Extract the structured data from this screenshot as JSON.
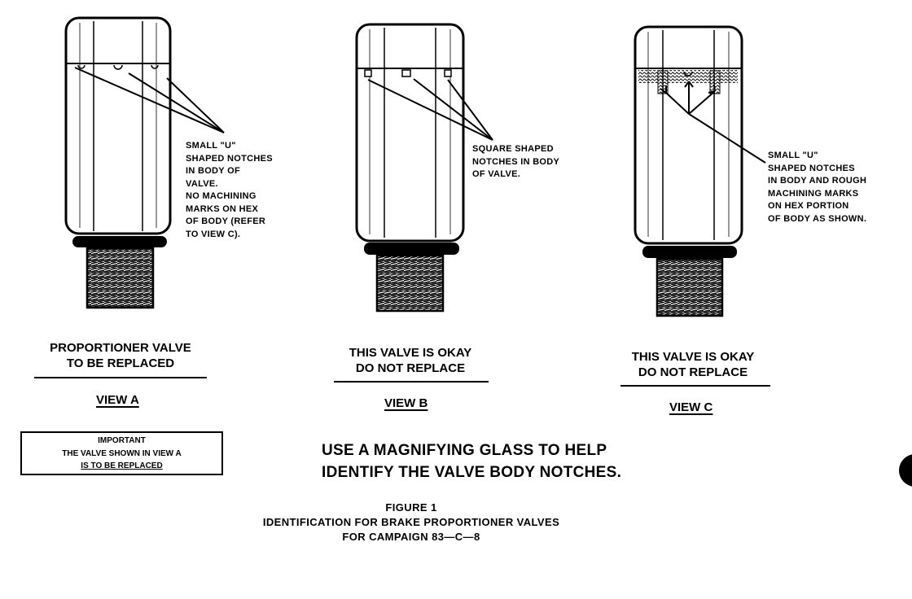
{
  "header": {
    "fragment": ""
  },
  "view_a": {
    "note_lines": [
      "SMALL \"U\"",
      "SHAPED NOTCHES",
      "IN BODY OF",
      "VALVE.",
      "NO MACHINING",
      "MARKS ON HEX",
      "OF BODY (REFER",
      "TO VIEW C)."
    ],
    "caption_lines": [
      "PROPORTIONER VALVE",
      "TO BE REPLACED"
    ],
    "view_label": "VIEW A"
  },
  "view_b": {
    "note_lines": [
      "SQUARE SHAPED",
      "NOTCHES IN BODY",
      "OF VALVE."
    ],
    "caption_lines": [
      "THIS VALVE IS OKAY",
      "DO NOT REPLACE"
    ],
    "view_label": "VIEW B"
  },
  "view_c": {
    "note_lines": [
      "SMALL \"U\"",
      "SHAPED NOTCHES",
      "IN BODY AND ROUGH",
      "MACHINING MARKS",
      "ON HEX PORTION",
      "OF BODY AS SHOWN."
    ],
    "caption_lines": [
      "THIS VALVE IS OKAY",
      "DO NOT REPLACE"
    ],
    "view_label": "VIEW C"
  },
  "important_box": {
    "lines": [
      "IMPORTANT",
      "THE VALVE SHOWN IN VIEW A",
      "IS TO BE REPLACED"
    ]
  },
  "instruction": {
    "lines": [
      "USE A MAGNIFYING GLASS TO HELP",
      "IDENTIFY THE VALVE BODY NOTCHES."
    ]
  },
  "figure_caption": {
    "lines": [
      "FIGURE 1",
      "IDENTIFICATION FOR BRAKE PROPORTIONER VALVES",
      "FOR CAMPAIGN 83—C—8"
    ]
  }
}
